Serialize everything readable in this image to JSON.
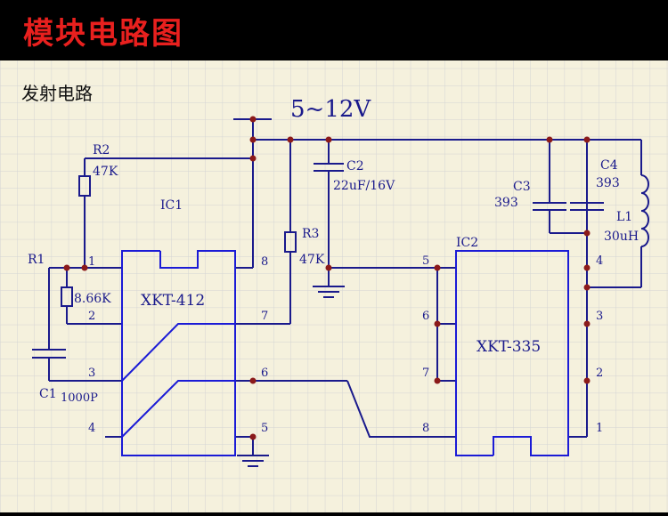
{
  "header": {
    "title": "模块电路图"
  },
  "section_title": "发射电路",
  "supply_label": "5~12V",
  "colors": {
    "wire": "#1a1a8c",
    "junction": "#8b1a1a",
    "text": "#1a1a8c",
    "grid": "#d4d4d4",
    "background": "#f5f1dd",
    "header_text": "#e8201e"
  },
  "ic1": {
    "name": "IC1",
    "part": "XKT-412",
    "pins": {
      "p1": "1",
      "p2": "2",
      "p3": "3",
      "p4": "4",
      "p5": "5",
      "p6": "6",
      "p7": "7",
      "p8": "8"
    }
  },
  "ic2": {
    "name": "IC2",
    "part": "XKT-335",
    "pins": {
      "p1": "1",
      "p2": "2",
      "p3": "3",
      "p4": "4",
      "p5": "5",
      "p6": "6",
      "p7": "7",
      "p8": "8"
    }
  },
  "components": {
    "r1": {
      "ref": "R1",
      "value": "8.66K"
    },
    "r2": {
      "ref": "R2",
      "value": "47K"
    },
    "r3": {
      "ref": "R3",
      "value": "47K"
    },
    "c1": {
      "ref": "C1",
      "value": "1000P"
    },
    "c2": {
      "ref": "C2",
      "value": "22uF/16V"
    },
    "c3": {
      "ref": "C3",
      "value": "393"
    },
    "c4": {
      "ref": "C4",
      "value": "393"
    },
    "l1": {
      "ref": "L1",
      "value": "30uH"
    }
  }
}
